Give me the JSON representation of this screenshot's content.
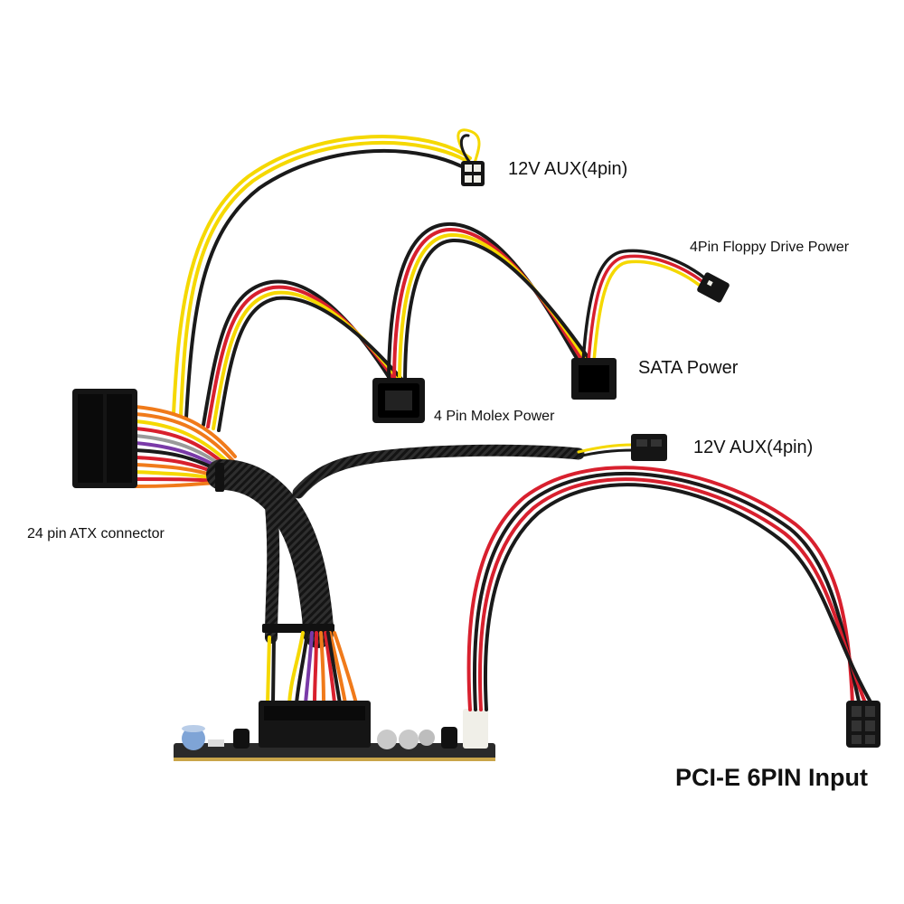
{
  "labels": {
    "aux_top": "12V AUX(4pin)",
    "floppy": "4Pin Floppy Drive Power",
    "sata": "SATA Power",
    "molex": "4 Pin Molex Power",
    "aux_mid": "12V AUX(4pin)",
    "atx": "24 pin ATX connector",
    "pcie": "PCI-E 6PIN Input"
  },
  "colors": {
    "background": "#ffffff",
    "wire_yellow": "#f5d800",
    "wire_black": "#1a1a1a",
    "wire_red": "#d8202e",
    "wire_orange": "#f07a1a",
    "wire_purple": "#7a3aa8",
    "wire_gray": "#9a9a9a",
    "connector_black": "#151515",
    "connector_white": "#f0efe8",
    "pcb": "#2a2a2a"
  }
}
